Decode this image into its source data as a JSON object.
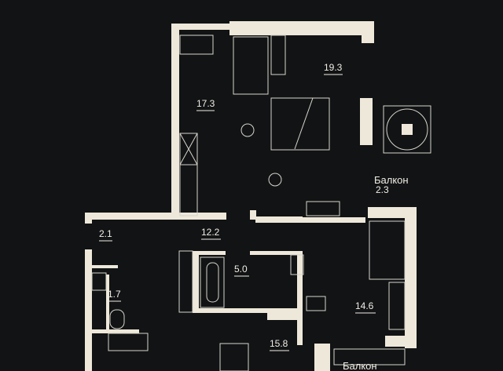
{
  "rooms": [
    {
      "name": "bedroom-1",
      "area": "17.3"
    },
    {
      "name": "bedroom-2",
      "area": "19.3"
    },
    {
      "name": "balcony-1",
      "label": "Балкон",
      "area": "2.3"
    },
    {
      "name": "vestibule",
      "area": "2.1"
    },
    {
      "name": "hallway",
      "area": "12.2"
    },
    {
      "name": "bathroom",
      "area": "5.0"
    },
    {
      "name": "wc",
      "area": "1.7"
    },
    {
      "name": "bedroom-3",
      "area": "14.6"
    },
    {
      "name": "kitchen-living",
      "area": "15.8"
    },
    {
      "name": "balcony-2",
      "label": "Балкон"
    }
  ],
  "colors": {
    "background": "#111314",
    "walls": "#eee8da",
    "lines": "#d8d4cc"
  }
}
